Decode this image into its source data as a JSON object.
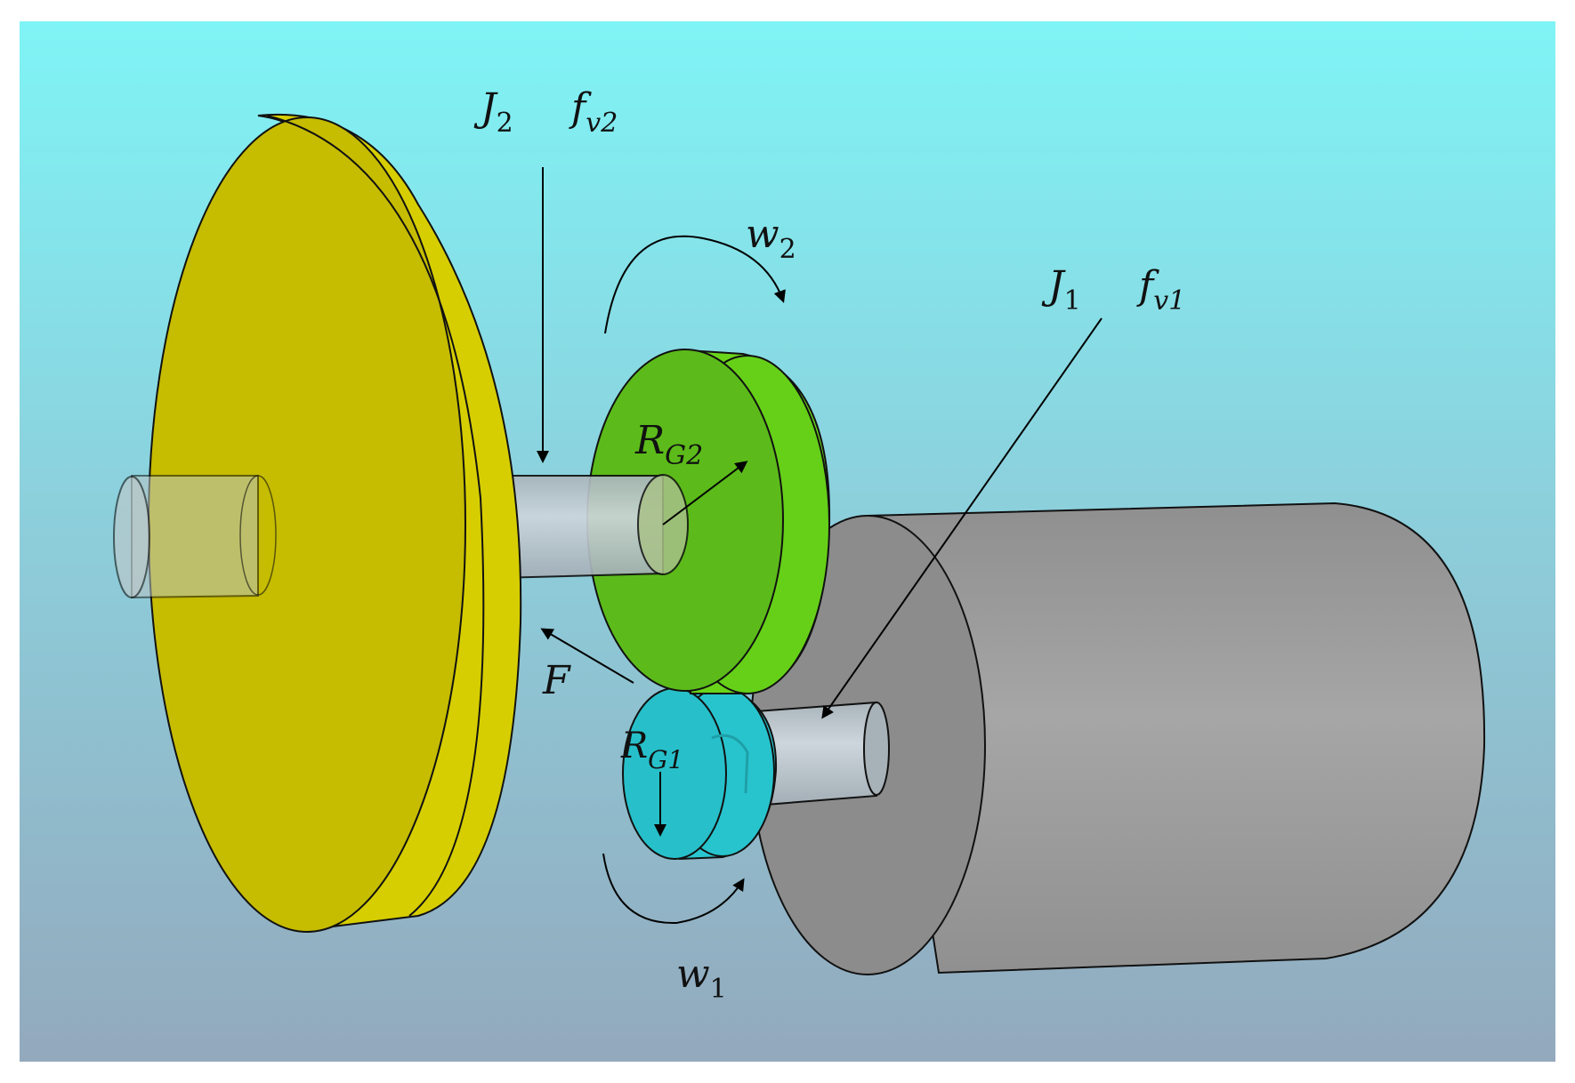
{
  "labels": {
    "J2": "J",
    "J2_sub": "2",
    "fv2": "f",
    "fv2_sub": "v2",
    "w2": "w",
    "w2_sub": "2",
    "J1": "J",
    "J1_sub": "1",
    "fv1": "f",
    "fv1_sub": "v1",
    "RG2": "R",
    "RG2_sub": "G2",
    "F": "F",
    "RG1": "R",
    "RG1_sub": "G1",
    "w1": "w",
    "w1_sub": "1"
  },
  "colors": {
    "bg_top": "#7ff4f6",
    "bg_bottom": "#93a9bd",
    "yellow_face": "#c8be00",
    "yellow_rim": "#d8d000",
    "green_face": "#5fbe1a",
    "green_rim": "#6fd81a",
    "cyan_gear": "#28c8d2",
    "motor_body": "#9a9a9a",
    "motor_face": "#8a8a8a",
    "shaft": "#b8c4cc"
  }
}
